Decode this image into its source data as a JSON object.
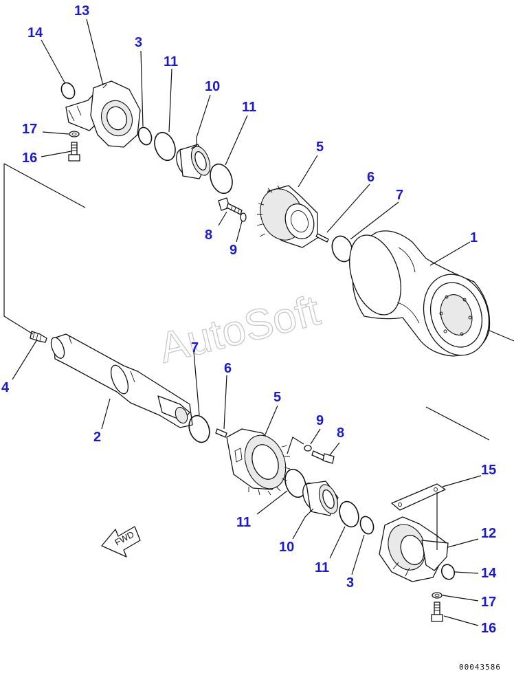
{
  "diagram": {
    "callouts": {
      "upper_13": "13",
      "upper_14": "14",
      "upper_3": "3",
      "upper_11_a": "11",
      "upper_10": "10",
      "upper_11_b": "11",
      "upper_17": "17",
      "upper_16": "16",
      "upper_5": "5",
      "upper_6": "6",
      "upper_7": "7",
      "upper_8": "8",
      "upper_9": "9",
      "roller_1": "1",
      "shaft_4": "4",
      "shaft_2": "2",
      "lower_7": "7",
      "lower_6": "6",
      "lower_5": "5",
      "lower_9": "9",
      "lower_8": "8",
      "lower_11_a": "11",
      "lower_10": "10",
      "lower_11_b": "11",
      "lower_3": "3",
      "lower_15": "15",
      "lower_12": "12",
      "lower_14": "14",
      "lower_17": "17",
      "lower_16": "16"
    },
    "direction_label": "FWD",
    "watermark": "AutoSoft",
    "document_number": "00043586",
    "colors": {
      "callout": "#1a1acc",
      "line": "#111111",
      "watermark": "#c8c8c8"
    }
  }
}
